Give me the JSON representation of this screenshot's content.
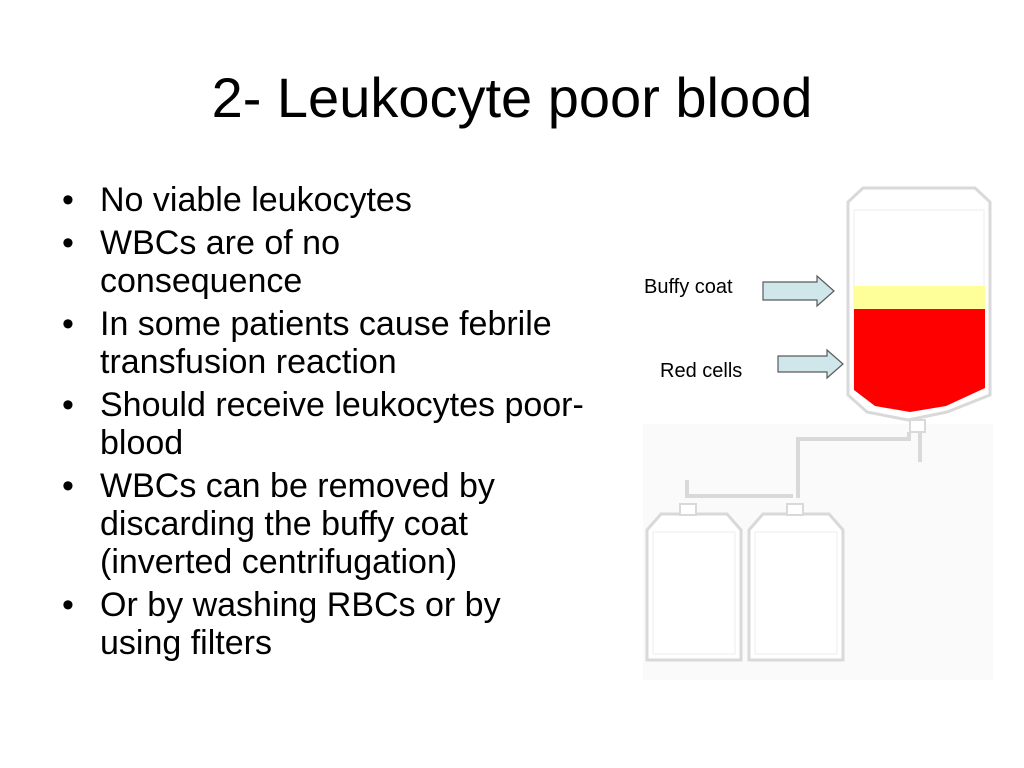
{
  "slide": {
    "title": "2- Leukocyte poor blood",
    "bullet_marker": "•",
    "bullets": [
      "No viable leukocytes",
      "WBCs are of no consequence",
      "In some patients cause febrile transfusion reaction",
      "Should receive leukocytes poor-blood",
      "WBCs can be removed by discarding the buffy coat (inverted centrifugation)",
      "Or by washing RBCs or by using filters"
    ]
  },
  "diagram": {
    "labels": {
      "buffy_coat": "Buffy coat",
      "red_cells": "Red cells"
    },
    "colors": {
      "buffy_coat": "#ffff99",
      "red_cells": "#ff0000",
      "arrow_fill": "#cfe7ea",
      "bag_outline": "#d9d9d9"
    }
  }
}
